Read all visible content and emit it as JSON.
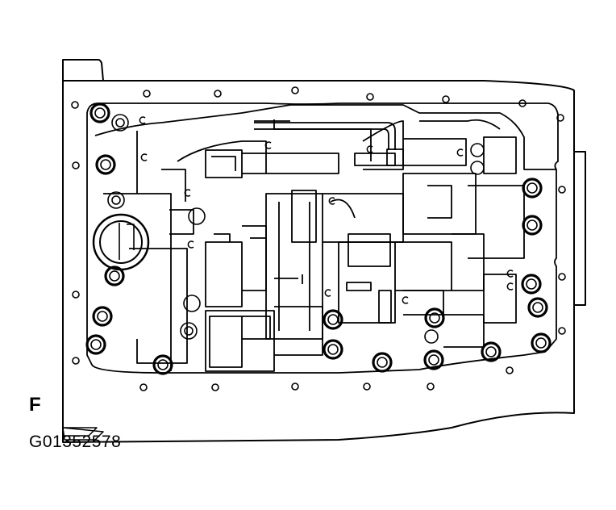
{
  "figure": {
    "subject": "transmission valve body assembly (line drawing)",
    "front_marker": "F",
    "figure_id": "G01352578",
    "colors": {
      "line": "#000000",
      "background": "#ffffff"
    },
    "bolts_count_visible": 20
  }
}
